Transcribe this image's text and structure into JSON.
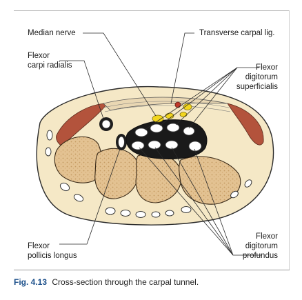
{
  "labels": {
    "median_nerve": "Median nerve",
    "transverse_carpal_lig": "Transverse carpal lig.",
    "flexor_carpi_radialis": [
      "Flexor",
      "carpi radialis"
    ],
    "flexor_digitorum_superficialis": [
      "Flexor",
      "digitorum",
      "superficialis"
    ],
    "flexor_pollicis_longus": [
      "Flexor",
      "pollicis longus"
    ],
    "flexor_digitorum_profundus": [
      "Flexor",
      "digitorum",
      "profundus"
    ]
  },
  "caption": {
    "number": "Fig. 4.13",
    "text": "Cross-section through the carpal tunnel."
  },
  "colors": {
    "bone": "#e6c79a",
    "bone_dark": "#c9a36c",
    "soft_tissue": "#f3e6c2",
    "muscle": "#b5553f",
    "nerve": "#f2d51e",
    "tendon": "#ffffff",
    "outline": "#222222",
    "caption_blue": "#1b4f8a"
  }
}
